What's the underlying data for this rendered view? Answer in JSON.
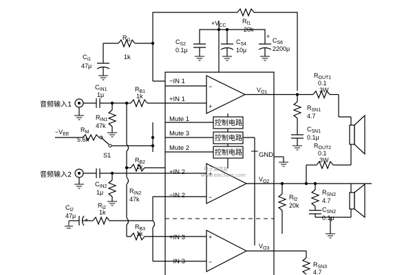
{
  "labels": {
    "ri1_name": "R",
    "ri1_sub": "i1",
    "ri1_val": "1k",
    "ci1_name": "C",
    "ci1_sub": "i1",
    "ci1_val": "47μ",
    "cs2_name": "C",
    "cs2_sub": "S2",
    "cs2_val": "0.1μ",
    "vcc_pre": "+V",
    "vcc_sub": "CC",
    "cs4_name": "C",
    "cs4_sub": "S4",
    "cs4_val": "10μ",
    "rf1_name": "R",
    "rf1_sub": "f1",
    "rf1_val": "20k",
    "cs6_name": "C",
    "cs6_sub": "S6",
    "cs6_val": "2200μ",
    "in1_label": "音频输入1",
    "cin1_name": "C",
    "cin1_sub": "IN1",
    "cin1_val": "1μ",
    "rb1_name": "R",
    "rb1_sub": "B1",
    "rb1_val": "1k",
    "rin1_name": "R",
    "rin1_sub": "IN1",
    "rin1_val": "47k",
    "vee_pre": "−V",
    "vee_sub": "EE",
    "rm_name": "R",
    "rm_sub": "M",
    "rm_val": "5.6k",
    "s1": "S1",
    "rb2_name": "R",
    "rb2_sub": "B2",
    "rb2_val": "1k",
    "in2_label": "音频输入2",
    "cin2_name": "C",
    "cin2_sub": "IN2",
    "cin2_val": "1μ",
    "rin2_name": "R",
    "rin2_sub": "IN2",
    "rin2_val": "47k",
    "ci2_name": "C",
    "ci2_sub": "i2",
    "ci2_val": "47μ",
    "ri2_name": "R",
    "ri2_sub": "i2",
    "ri2_val": "1k",
    "rb3_name": "R",
    "rb3_sub": "B3",
    "rb3_val": "1k",
    "pin_in1_neg": "−IN 1",
    "pin_in1_pos": "+IN 1",
    "pin_mute1": "Mute 1",
    "pin_mute3": "Mute 3",
    "pin_mute2": "Mute 2",
    "pin_in2_pos": "+IN 2",
    "pin_in2_neg": "−IN 2",
    "pin_in3_pos": "+IN 3",
    "pin_in3_neg": "−IN 3",
    "ctrl": "控制电路",
    "gnd": "GND",
    "vo1_name": "V",
    "vo1_sub": "O1",
    "vo2_name": "V",
    "vo2_sub": "O2",
    "vo3_name": "V",
    "vo3_sub": "O3",
    "rsn1_name": "R",
    "rsn1_sub": "SN1",
    "rsn1_val": "4.7",
    "csn1_name": "C",
    "csn1_sub": "SN1",
    "csn1_val": "0.1μ",
    "rout1_name": "R",
    "rout1_sub": "OUT1",
    "rout1_v1": "0.1",
    "rout1_v2": "3W",
    "rout2_name": "R",
    "rout2_sub": "OUT2",
    "rout2_v1": "0.1",
    "rout2_v2": "3W",
    "rf2_name": "R",
    "rf2_sub": "f2",
    "rf2_val": "20k",
    "rsn2_name": "R",
    "rsn2_sub": "SN2",
    "rsn2_val": "4.7",
    "csn2_name": "C",
    "csn2_sub": "SN2",
    "csn2_val": "0.1μ",
    "rsn3_name": "R",
    "rsn3_sub": "SN3",
    "rsn3_val": "4.7",
    "plus": "+",
    "minus": "−",
    "watermark1": "电子发烧友",
    "watermark2": "www.elecfans.com"
  }
}
